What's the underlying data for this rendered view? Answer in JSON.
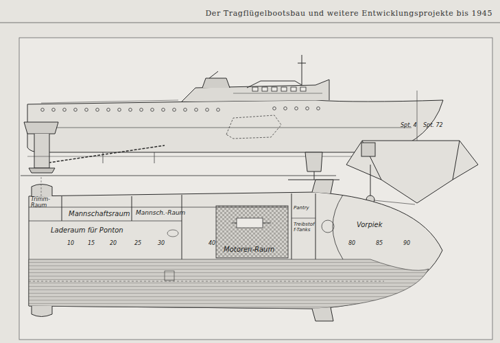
{
  "diagram": {
    "title": "Der Tragflügelbootsbau und weitere Entwicklungsprojekte bis 1945",
    "nodes": [
      {
        "text": [
          "Trimm-Raum"
        ]
      },
      {
        "text": [
          "Mannschaftsraum"
        ]
      },
      {
        "text": [
          "Mannsch.-Raum"
        ]
      },
      {
        "text": [
          "Laderaum für Ponton"
        ]
      },
      {
        "text": [
          "Motoren-Raum"
        ]
      },
      {
        "text": [
          "Pantry"
        ]
      },
      {
        "text": [
          "Treibstoff-Tanks"
        ]
      },
      {
        "text": [
          "Vorpiek"
        ]
      }
    ],
    "labels": [
      "Spt. 4",
      "Spt. 72",
      "10",
      "15",
      "20",
      "25",
      "30",
      "40",
      "80",
      "85",
      "90"
    ]
  }
}
